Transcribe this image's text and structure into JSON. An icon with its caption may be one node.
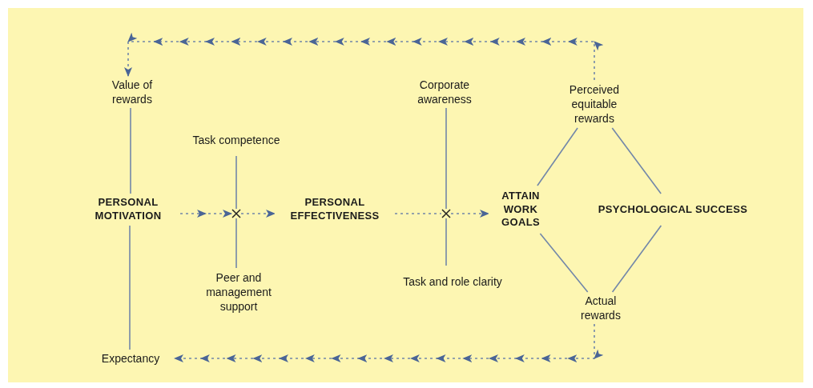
{
  "diagram": {
    "nodes": [
      {
        "text": [
          "Value of rewards"
        ]
      },
      {
        "text": [
          "Perceived equitable rewards"
        ]
      },
      {
        "text": [
          "Corporate awareness"
        ]
      },
      {
        "text": [
          "Task competence"
        ]
      },
      {
        "text": [
          "PERSONAL MOTIVATION"
        ]
      },
      {
        "text": [
          "PERSONAL EFFECTIVENESS"
        ]
      },
      {
        "text": [
          "ATTAIN WORK GOALS"
        ]
      },
      {
        "text": [
          "PSYCHOLOGICAL SUCCESS"
        ]
      },
      {
        "text": [
          "Peer and management support"
        ]
      },
      {
        "text": [
          "Task and role clarity"
        ]
      },
      {
        "text": [
          "Actual rewards"
        ]
      },
      {
        "text": [
          "Expectancy"
        ]
      },
      {
        "text": [],
        "shape": "cross"
      },
      {
        "text": [],
        "shape": "cross"
      }
    ],
    "edges": [
      {
        "from": 1,
        "to": 0,
        "arrow": "to",
        "style": "dashed"
      },
      {
        "from": 0,
        "to": 4,
        "arrow": "none"
      },
      {
        "from": 4,
        "to": 11,
        "arrow": "none"
      },
      {
        "from": 10,
        "to": 11,
        "arrow": "to",
        "style": "dashed"
      },
      {
        "from": 4,
        "to": 12,
        "arrow": "to",
        "style": "dashed"
      },
      {
        "from": 12,
        "to": 5,
        "arrow": "to",
        "style": "dashed"
      },
      {
        "from": 3,
        "to": 12,
        "arrow": "none"
      },
      {
        "from": 8,
        "to": 12,
        "arrow": "none"
      },
      {
        "from": 5,
        "to": 13,
        "arrow": "none",
        "style": "dashed"
      },
      {
        "from": 13,
        "to": 6,
        "arrow": "to",
        "style": "dashed"
      },
      {
        "from": 2,
        "to": 13,
        "arrow": "none"
      },
      {
        "from": 9,
        "to": 13,
        "arrow": "none"
      },
      {
        "from": 1,
        "to": 6,
        "arrow": "none"
      },
      {
        "from": 1,
        "to": 7,
        "arrow": "none"
      },
      {
        "from": 6,
        "to": 10,
        "arrow": "none"
      },
      {
        "from": 7,
        "to": 10,
        "arrow": "none"
      }
    ]
  }
}
